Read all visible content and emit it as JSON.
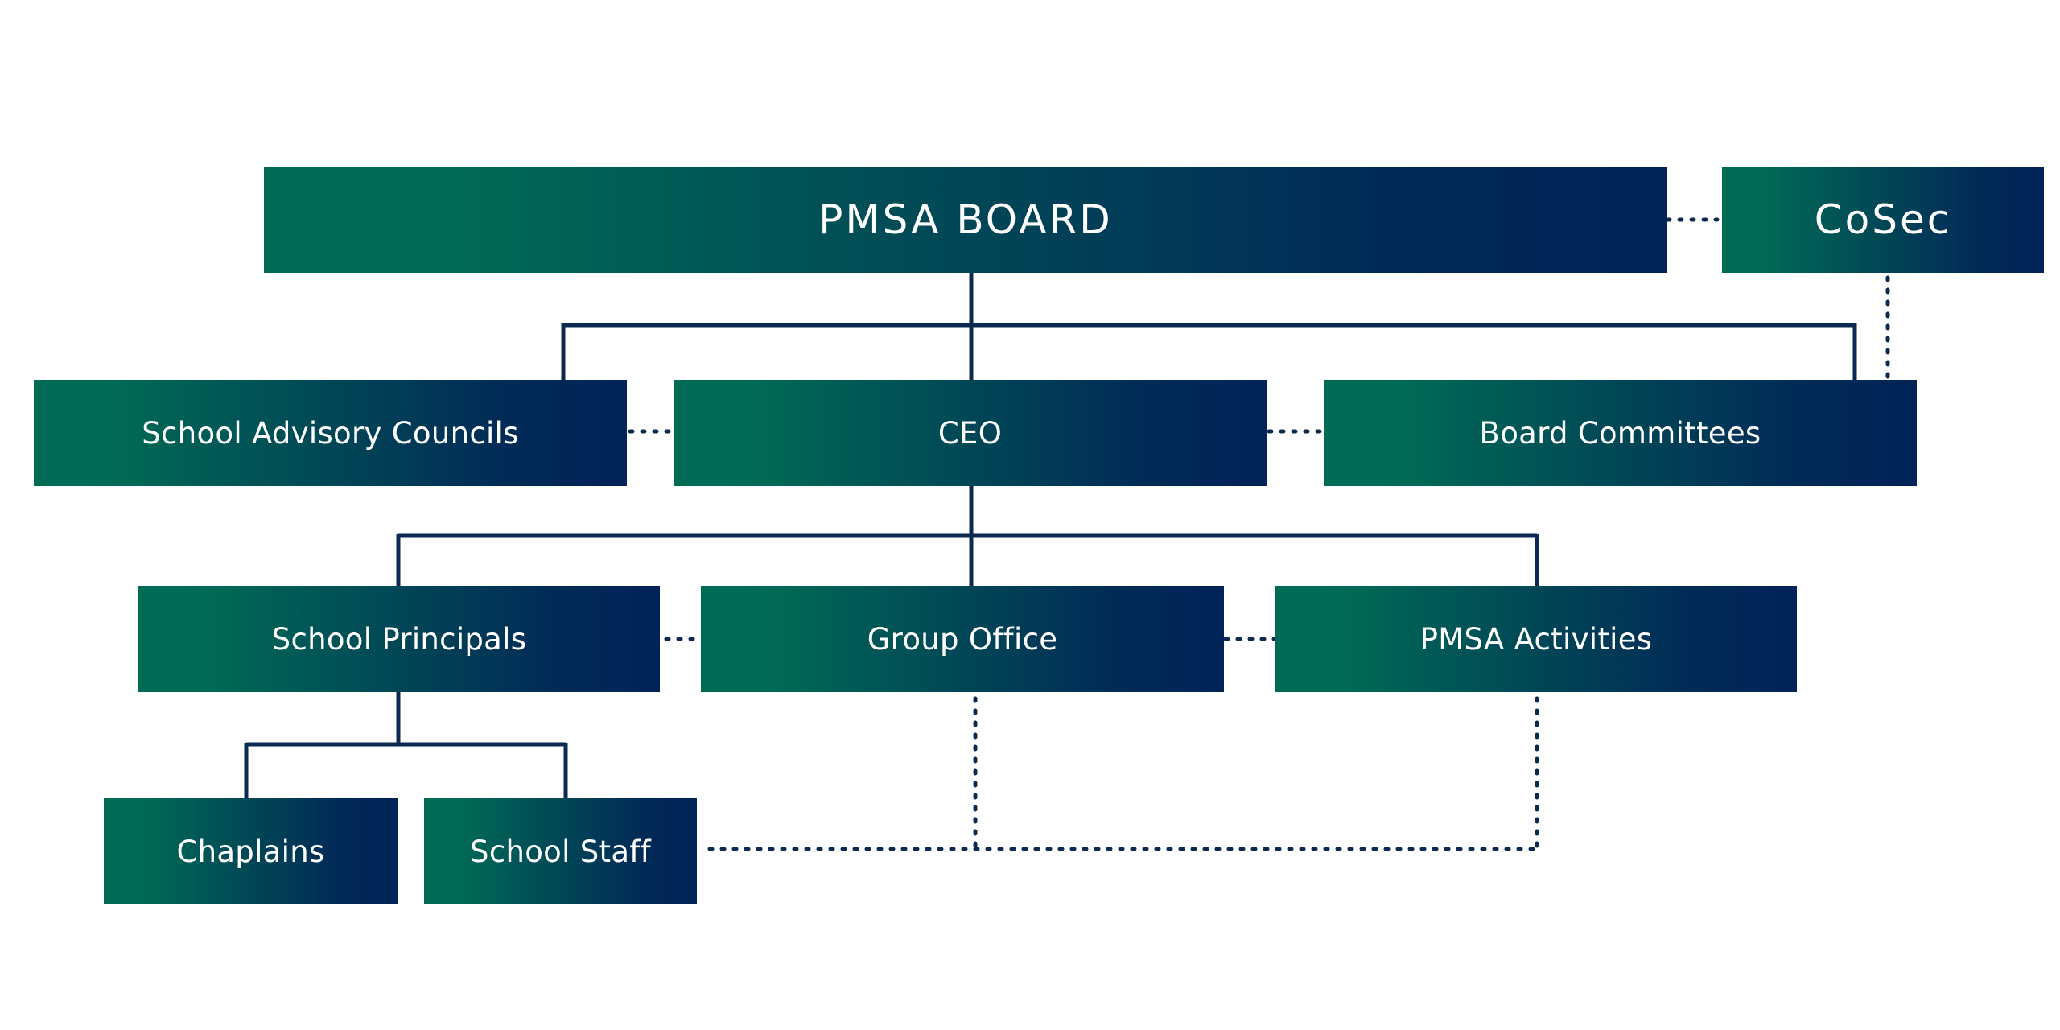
{
  "colors": {
    "gradient_start": "#006b55",
    "gradient_end": "#012357",
    "connector": "#0b2a4f",
    "text": "#ffffff",
    "background": "#ffffff"
  },
  "nodes": {
    "pmsa_board": "PMSA BOARD",
    "cosec": "CoSec",
    "school_advisory_councils": "School Advisory Councils",
    "ceo": "CEO",
    "board_committees": "Board Committees",
    "school_principals": "School Principals",
    "group_office": "Group Office",
    "pmsa_activities": "PMSA Activities",
    "chaplains": "Chaplains",
    "school_staff": "School Staff"
  }
}
